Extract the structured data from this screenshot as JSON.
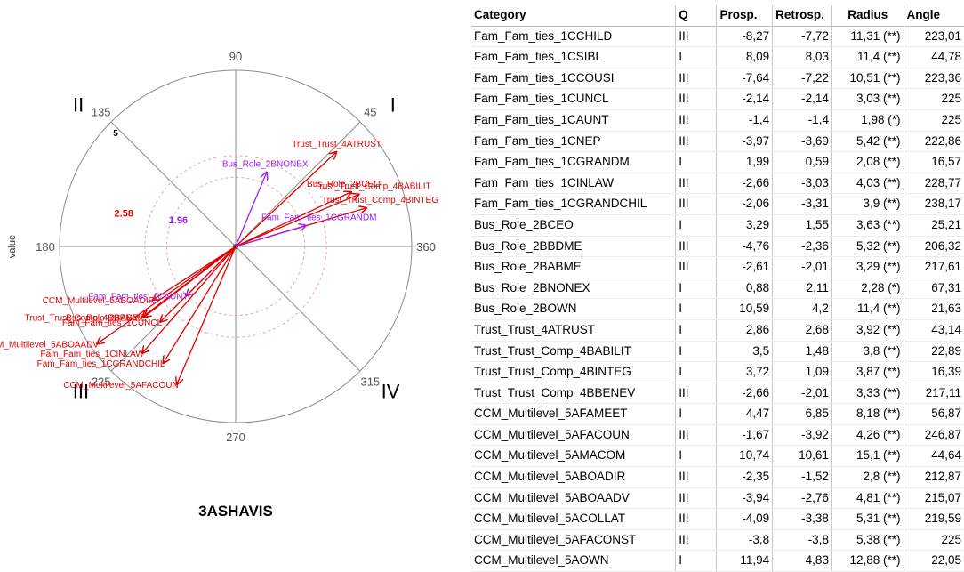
{
  "chart_data": [
    {
      "type": "scatter",
      "subtype": "polar-vector",
      "title": "3ASHAVIS",
      "ylabel": "value",
      "angle_ticks": [
        "90",
        "45",
        "360",
        "315",
        "270",
        "225",
        "180",
        "135"
      ],
      "quadrants": [
        "I",
        "II",
        "III",
        "IV"
      ],
      "radial_label": "5",
      "reference_circles": [
        {
          "label": "1.96",
          "color": "#a020f0"
        },
        {
          "label": "2.58",
          "color": "#e00000"
        }
      ],
      "rmax": 5,
      "series": [
        {
          "name": "Trust_Trust_4ATRUST",
          "angle": 43.14,
          "radius": 3.92,
          "color": "#e00000"
        },
        {
          "name": "Bus_Role_2BNONEX",
          "angle": 67.31,
          "radius": 2.28,
          "color": "#a020f0"
        },
        {
          "name": "Bus_Role_2BCEO",
          "angle": 25.21,
          "radius": 3.63,
          "color": "#e00000"
        },
        {
          "name": "Trust_Trust_Comp_4BABILIT",
          "angle": 22.89,
          "radius": 3.8,
          "color": "#e00000"
        },
        {
          "name": "Trust_Trust_Comp_4BINTEG",
          "angle": 16.39,
          "radius": 3.87,
          "color": "#e00000"
        },
        {
          "name": "Fam_Fam_ties_1CGRANDM",
          "angle": 16.57,
          "radius": 2.08,
          "color": "#a020f0"
        },
        {
          "name": "CCM_Multilevel_5ABOADIR",
          "angle": 212.87,
          "radius": 2.8,
          "color": "#e00000"
        },
        {
          "name": "Fam_Fam_ties_1CAUNT",
          "angle": 225,
          "radius": 1.98,
          "color": "#a020f0"
        },
        {
          "name": "Bus_Role_2BABME",
          "angle": 217.61,
          "radius": 3.29,
          "color": "#e00000"
        },
        {
          "name": "Trust_Trust_Comp_4BBENEV",
          "angle": 217.11,
          "radius": 3.33,
          "color": "#e00000"
        },
        {
          "name": "Fam_Fam_ties_1CUNCL",
          "angle": 225,
          "radius": 3.03,
          "color": "#e00000"
        },
        {
          "name": "CCM_Multilevel_5ABOAADV",
          "angle": 215.07,
          "radius": 4.81,
          "color": "#e00000"
        },
        {
          "name": "Fam_Fam_ties_1CINLAW",
          "angle": 228.77,
          "radius": 4.03,
          "color": "#e00000"
        },
        {
          "name": "Fam_Fam_ties_1CGRANDCHIL",
          "angle": 238.17,
          "radius": 3.9,
          "color": "#e00000"
        },
        {
          "name": "CCM_Multilevel_5AFACOUN",
          "angle": 246.87,
          "radius": 4.26,
          "color": "#e00000"
        }
      ],
      "grid": true
    },
    {
      "type": "table",
      "columns": [
        "Category",
        "Q",
        "Prosp.",
        "Retrosp.",
        "Radius",
        "Angle"
      ],
      "rows": [
        [
          "Fam_Fam_ties_1CCHILD",
          "III",
          "-8,27",
          "-7,72",
          "11,31 (**)",
          "223,01"
        ],
        [
          "Fam_Fam_ties_1CSIBL",
          "I",
          "8,09",
          "8,03",
          "11,4 (**)",
          "44,78"
        ],
        [
          "Fam_Fam_ties_1CCOUSI",
          "III",
          "-7,64",
          "-7,22",
          "10,51 (**)",
          "223,36"
        ],
        [
          "Fam_Fam_ties_1CUNCL",
          "III",
          "-2,14",
          "-2,14",
          "3,03 (**)",
          "225"
        ],
        [
          "Fam_Fam_ties_1CAUNT",
          "III",
          "-1,4",
          "-1,4",
          "1,98 (*)",
          "225"
        ],
        [
          "Fam_Fam_ties_1CNEP",
          "III",
          "-3,97",
          "-3,69",
          "5,42 (**)",
          "222,86"
        ],
        [
          "Fam_Fam_ties_1CGRANDM",
          "I",
          "1,99",
          "0,59",
          "2,08 (**)",
          "16,57"
        ],
        [
          "Fam_Fam_ties_1CINLAW",
          "III",
          "-2,66",
          "-3,03",
          "4,03 (**)",
          "228,77"
        ],
        [
          "Fam_Fam_ties_1CGRANDCHIL",
          "III",
          "-2,06",
          "-3,31",
          "3,9 (**)",
          "238,17"
        ],
        [
          "Bus_Role_2BCEO",
          "I",
          "3,29",
          "1,55",
          "3,63 (**)",
          "25,21"
        ],
        [
          "Bus_Role_2BBDME",
          "III",
          "-4,76",
          "-2,36",
          "5,32 (**)",
          "206,32"
        ],
        [
          "Bus_Role_2BABME",
          "III",
          "-2,61",
          "-2,01",
          "3,29 (**)",
          "217,61"
        ],
        [
          "Bus_Role_2BNONEX",
          "I",
          "0,88",
          "2,11",
          "2,28 (*)",
          "67,31"
        ],
        [
          "Bus_Role_2BOWN",
          "I",
          "10,59",
          "4,2",
          "11,4 (**)",
          "21,63"
        ],
        [
          "Trust_Trust_4ATRUST",
          "I",
          "2,86",
          "2,68",
          "3,92 (**)",
          "43,14"
        ],
        [
          "Trust_Trust_Comp_4BABILIT",
          "I",
          "3,5",
          "1,48",
          "3,8 (**)",
          "22,89"
        ],
        [
          "Trust_Trust_Comp_4BINTEG",
          "I",
          "3,72",
          "1,09",
          "3,87 (**)",
          "16,39"
        ],
        [
          "Trust_Trust_Comp_4BBENEV",
          "III",
          "-2,66",
          "-2,01",
          "3,33 (**)",
          "217,11"
        ],
        [
          "CCM_Multilevel_5AFAMEET",
          "I",
          "4,47",
          "6,85",
          "8,18 (**)",
          "56,87"
        ],
        [
          "CCM_Multilevel_5AFACOUN",
          "III",
          "-1,67",
          "-3,92",
          "4,26 (**)",
          "246,87"
        ],
        [
          "CCM_Multilevel_5AMACOM",
          "I",
          "10,74",
          "10,61",
          "15,1 (**)",
          "44,64"
        ],
        [
          "CCM_Multilevel_5ABOADIR",
          "III",
          "-2,35",
          "-1,52",
          "2,8 (**)",
          "212,87"
        ],
        [
          "CCM_Multilevel_5ABOAADV",
          "III",
          "-3,94",
          "-2,76",
          "4,81 (**)",
          "215,07"
        ],
        [
          "CCM_Multilevel_5ACOLLAT",
          "III",
          "-4,09",
          "-3,38",
          "5,31 (**)",
          "219,59"
        ],
        [
          "CCM_Multilevel_5AFACONST",
          "III",
          "-3,8",
          "-3,8",
          "5,38 (**)",
          "225"
        ],
        [
          "CCM_Multilevel_5AOWN",
          "I",
          "11,94",
          "4,83",
          "12,88 (**)",
          "22,05"
        ]
      ]
    }
  ]
}
